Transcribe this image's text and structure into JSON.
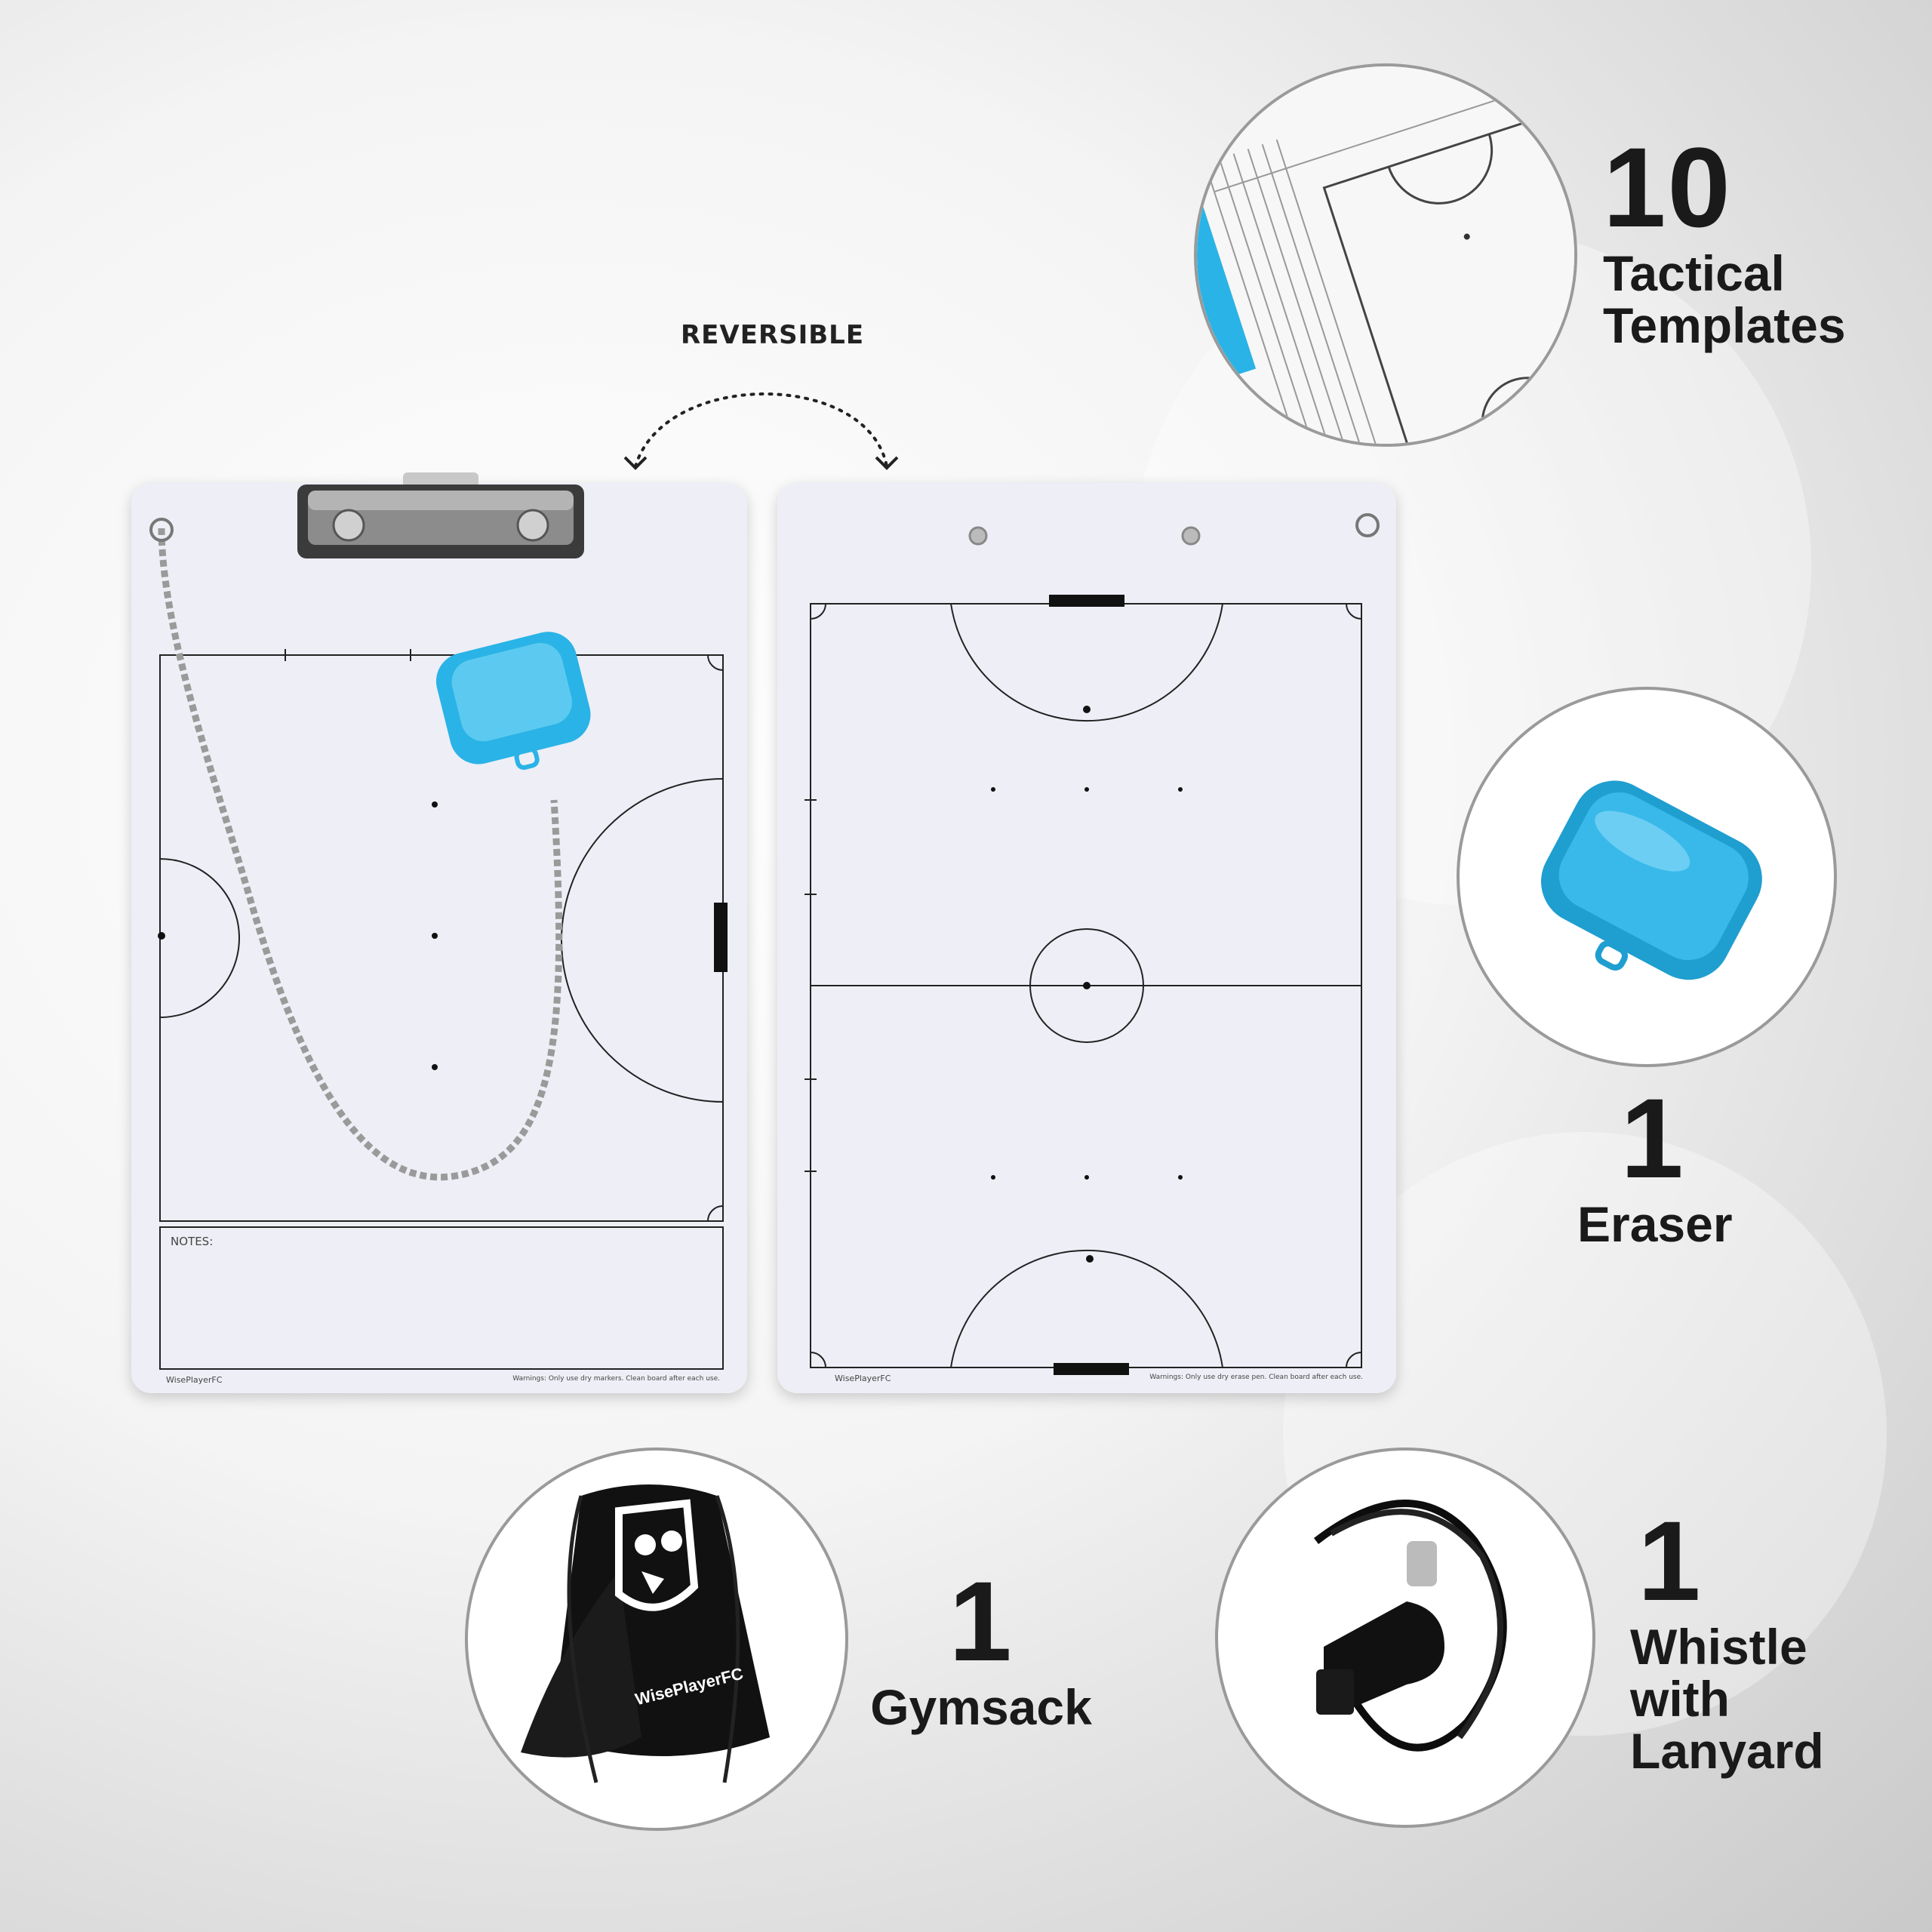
{
  "reversible_label": "REVERSIBLE",
  "board_left": {
    "notes_label": "NOTES:",
    "brand_footer": "WisePlayerFC",
    "warning_footer": "Warnings: Only use dry markers. Clean board after each use."
  },
  "board_right": {
    "brand_footer": "WisePlayerFC",
    "warning_footer": "Warnings: Only use dry erase pen. Clean board after each use."
  },
  "items": {
    "templates": {
      "count": "10",
      "label_line1": "Tactical",
      "label_line2": "Templates"
    },
    "eraser": {
      "count": "1",
      "label_line1": "Eraser"
    },
    "gymsack": {
      "count": "1",
      "label_line1": "Gymsack",
      "bag_print": "WisePlayerFC"
    },
    "whistle": {
      "count": "1",
      "label_line1": "Whistle",
      "label_line2": "with",
      "label_line3": "Lanyard"
    }
  },
  "colors": {
    "accent_blue": "#2ab3e6",
    "caption_text": "#1a1a1a",
    "circle_border": "#9a9a9a"
  }
}
